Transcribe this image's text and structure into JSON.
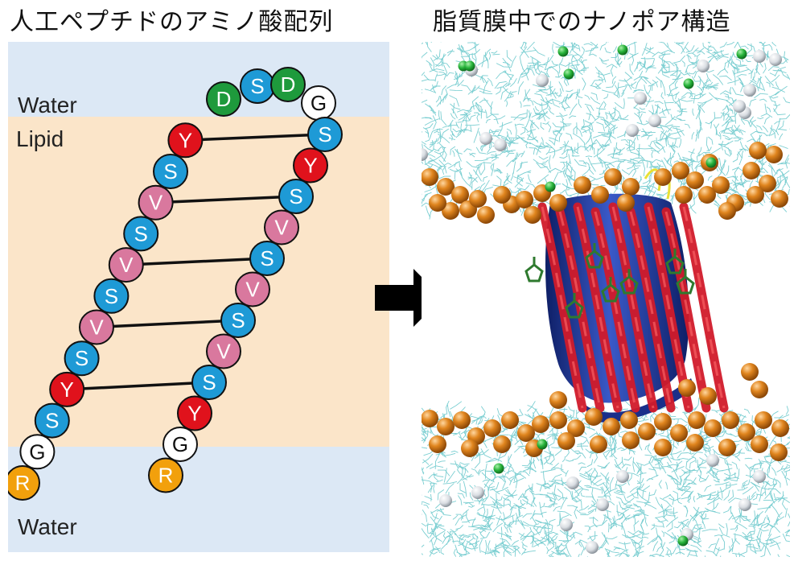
{
  "titles": {
    "left": "人工ペプチドのアミノ酸配列",
    "right": "脂質膜中でのナノポア構造"
  },
  "regions": {
    "water_top": "Water",
    "lipid": "Lipid",
    "water_bottom": "Water"
  },
  "colors": {
    "water_bg": "#dce8f5",
    "lipid_bg": "#fbe5c9",
    "S": "#1e9ad6",
    "V": "#d9789e",
    "Y": "#e0121c",
    "D": "#1e9a3c",
    "G": "#ffffff",
    "R": "#f2a00c",
    "strand": "#d11a2a",
    "pore": "#1f3a9e",
    "lipid_head": "#d07a16",
    "solvent": "#6cc9cc"
  },
  "peptide": {
    "strand_left": [
      "R",
      "G",
      "S",
      "Y",
      "S",
      "V",
      "S",
      "V",
      "S",
      "V",
      "S",
      "Y"
    ],
    "turn": [
      "D",
      "S",
      "D",
      "G"
    ],
    "strand_right": [
      "S",
      "Y",
      "S",
      "V",
      "S",
      "V",
      "S",
      "V",
      "S",
      "Y",
      "G",
      "R"
    ]
  },
  "arrow_icon": "right-arrow",
  "structure": "nanopore-md-snapshot"
}
